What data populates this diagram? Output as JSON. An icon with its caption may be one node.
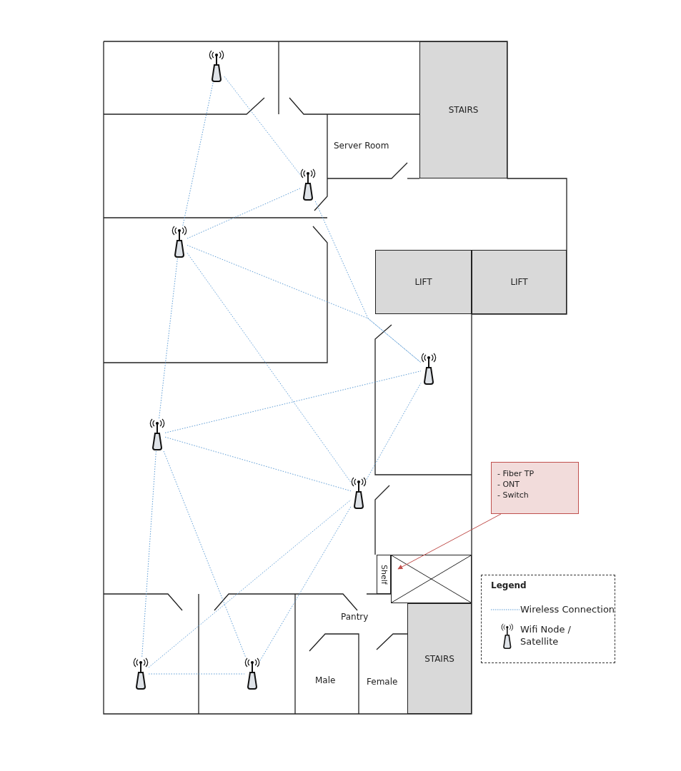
{
  "diagram": {
    "nodes": [
      {
        "text": [],
        "shape": "picture"
      },
      {
        "text": [
          "STAIRS"
        ]
      },
      {
        "text": [],
        "shape": "picture"
      },
      {
        "text": [],
        "shape": "picture"
      },
      {
        "text": [
          "LIFT"
        ]
      },
      {
        "text": [
          "LIFT"
        ]
      },
      {
        "text": [],
        "shape": "picture"
      },
      {
        "text": [],
        "shape": "picture"
      },
      {
        "text": [
          "- Fiber TP",
          "- ONT",
          "- Switch"
        ]
      },
      {
        "text": [],
        "shape": "picture"
      },
      {
        "text": [
          "Shelf"
        ]
      },
      {
        "text": [],
        "shape": "box"
      },
      {
        "text": [
          "STAIRS"
        ]
      },
      {
        "text": [],
        "shape": "picture"
      },
      {
        "text": [],
        "shape": "picture"
      }
    ],
    "edges": [
      {
        "from": 0,
        "to": 3,
        "arrow": "none",
        "style": "dashed"
      },
      {
        "from": 0,
        "to": 2,
        "arrow": "none",
        "style": "dashed"
      },
      {
        "from": 3,
        "to": 2,
        "arrow": "none",
        "style": "dashed"
      },
      {
        "from": 2,
        "to": 6,
        "arrow": "none",
        "style": "dashed"
      },
      {
        "from": 3,
        "to": 6,
        "arrow": "none",
        "style": "dashed"
      },
      {
        "from": 3,
        "to": 9,
        "arrow": "none",
        "style": "dashed"
      },
      {
        "from": 7,
        "to": 3,
        "arrow": "none",
        "style": "dashed"
      },
      {
        "from": 7,
        "to": 6,
        "arrow": "none",
        "style": "dashed"
      },
      {
        "from": 7,
        "to": 9,
        "arrow": "none",
        "style": "dashed"
      },
      {
        "from": 9,
        "to": 6,
        "arrow": "none",
        "style": "dashed"
      },
      {
        "from": 7,
        "to": 13,
        "arrow": "none",
        "style": "dashed"
      },
      {
        "from": 7,
        "to": 14,
        "arrow": "none",
        "style": "dashed"
      },
      {
        "from": 13,
        "to": 9,
        "arrow": "none",
        "style": "dashed"
      },
      {
        "from": 14,
        "to": 9,
        "arrow": "none",
        "style": "dashed"
      },
      {
        "from": 13,
        "to": 14,
        "arrow": "none",
        "style": "dashed"
      },
      {
        "from": 8,
        "to": 11,
        "arrow": "to",
        "color": "#c0504d"
      }
    ],
    "labels": [
      "Server Room",
      "Pantry",
      "Male",
      "Female",
      "Legend"
    ],
    "legend": [
      {
        "text": "Wireless Connection"
      },
      {
        "text": "Wifi Node / Satellite"
      }
    ]
  }
}
